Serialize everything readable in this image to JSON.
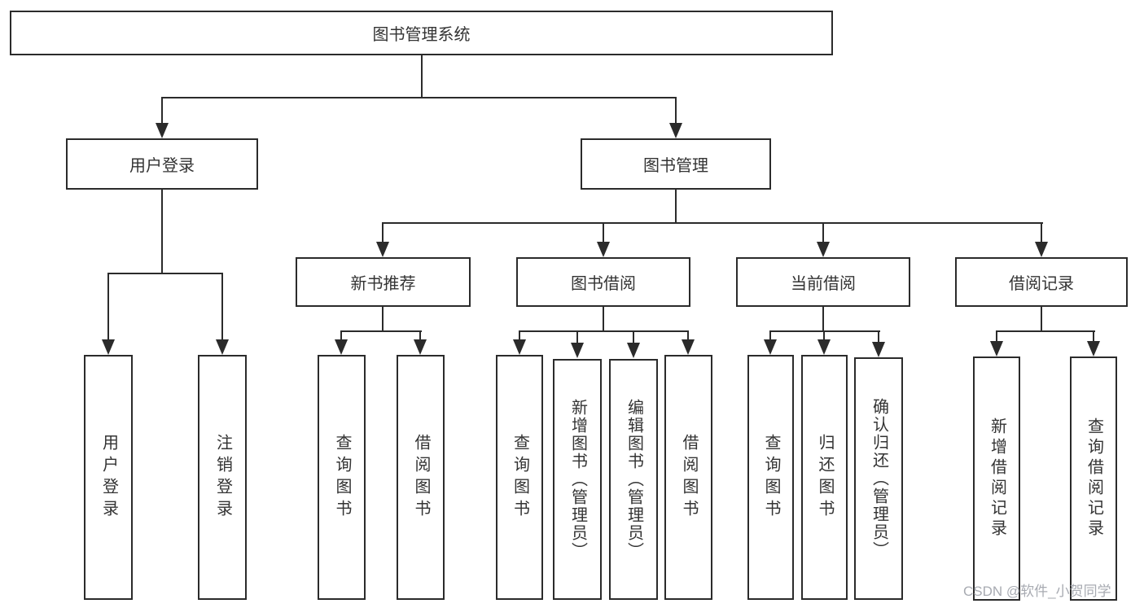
{
  "diagram": {
    "root": {
      "label": "图书管理系统"
    },
    "branches": [
      {
        "label": "用户登录",
        "children": [
          {
            "label": "用户登录"
          },
          {
            "label": "注销登录"
          }
        ]
      },
      {
        "label": "图书管理",
        "groups": [
          {
            "label": "新书推荐",
            "children": [
              {
                "label": "查询图书"
              },
              {
                "label": "借阅图书"
              }
            ]
          },
          {
            "label": "图书借阅",
            "children": [
              {
                "label": "查询图书"
              },
              {
                "label": "新增图书（管理员）"
              },
              {
                "label": "编辑图书（管理员）"
              },
              {
                "label": "借阅图书"
              }
            ]
          },
          {
            "label": "当前借阅",
            "children": [
              {
                "label": "查询图书"
              },
              {
                "label": "归还图书"
              },
              {
                "label": "确认归还（管理员）"
              }
            ]
          },
          {
            "label": "借阅记录",
            "children": [
              {
                "label": "新增借阅记录"
              },
              {
                "label": "查询借阅记录"
              }
            ]
          }
        ]
      }
    ]
  },
  "watermark": {
    "text": "CSDN @软件_小贺同学"
  },
  "theme": {
    "line_color": "#2b2b2b",
    "text_color": "#333333",
    "watermark_color": "#a8abb2",
    "background": "#ffffff"
  }
}
